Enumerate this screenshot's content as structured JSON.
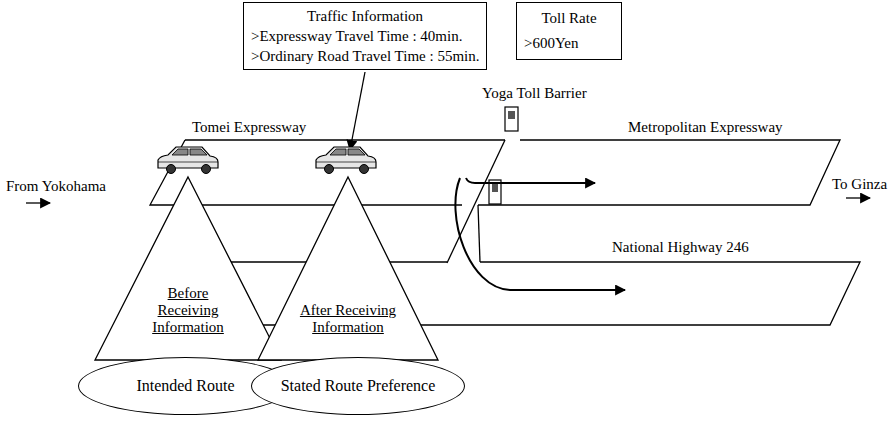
{
  "diagram": {
    "nodes": [
      {
        "text": [
          "Traffic Information",
          ">Expressway Travel Time : 40min.",
          ">Ordinary Road Travel Time : 55min."
        ]
      },
      {
        "text": [
          "Toll Rate",
          ">600Yen"
        ]
      },
      {
        "text": [
          "Before Receiving Information"
        ]
      },
      {
        "text": [
          "Intended Route"
        ]
      },
      {
        "text": [
          "After Receiving Information"
        ]
      },
      {
        "text": [
          "Stated Route Preference"
        ]
      }
    ],
    "labels": [
      "Tomei Expressway",
      "Yoga Toll Barrier",
      "Metropolitan Expressway",
      "From Yokohama",
      "To Ginza",
      "National Highway 246"
    ]
  }
}
